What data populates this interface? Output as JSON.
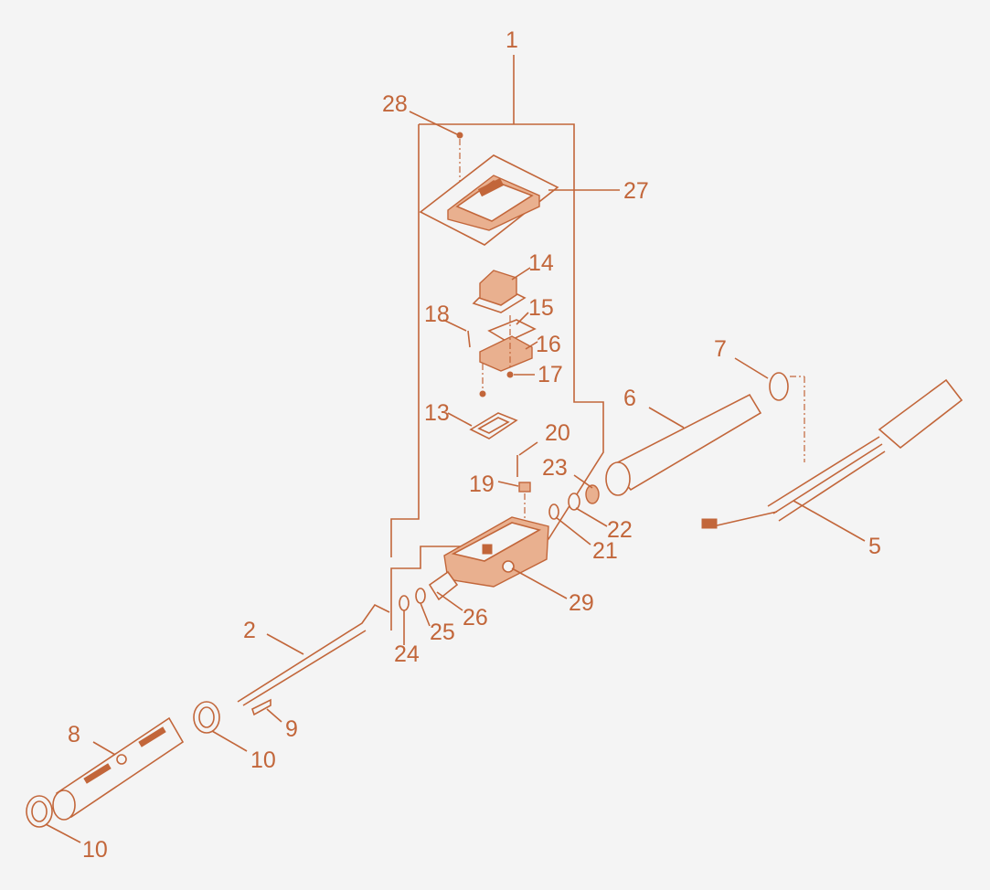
{
  "callouts": {
    "c1": "1",
    "c2": "2",
    "c5": "5",
    "c6": "6",
    "c7": "7",
    "c8": "8",
    "c9": "9",
    "c10a": "10",
    "c10b": "10",
    "c13": "13",
    "c14": "14",
    "c15": "15",
    "c16": "16",
    "c17": "17",
    "c18": "18",
    "c19": "19",
    "c20": "20",
    "c21": "21",
    "c22": "22",
    "c23": "23",
    "c24": "24",
    "c25": "25",
    "c26": "26",
    "c27": "27",
    "c28": "28",
    "c29": "29"
  },
  "colors": {
    "line": "#c2663a",
    "fill": "#e9b08f",
    "background": "#f4f4f4"
  }
}
